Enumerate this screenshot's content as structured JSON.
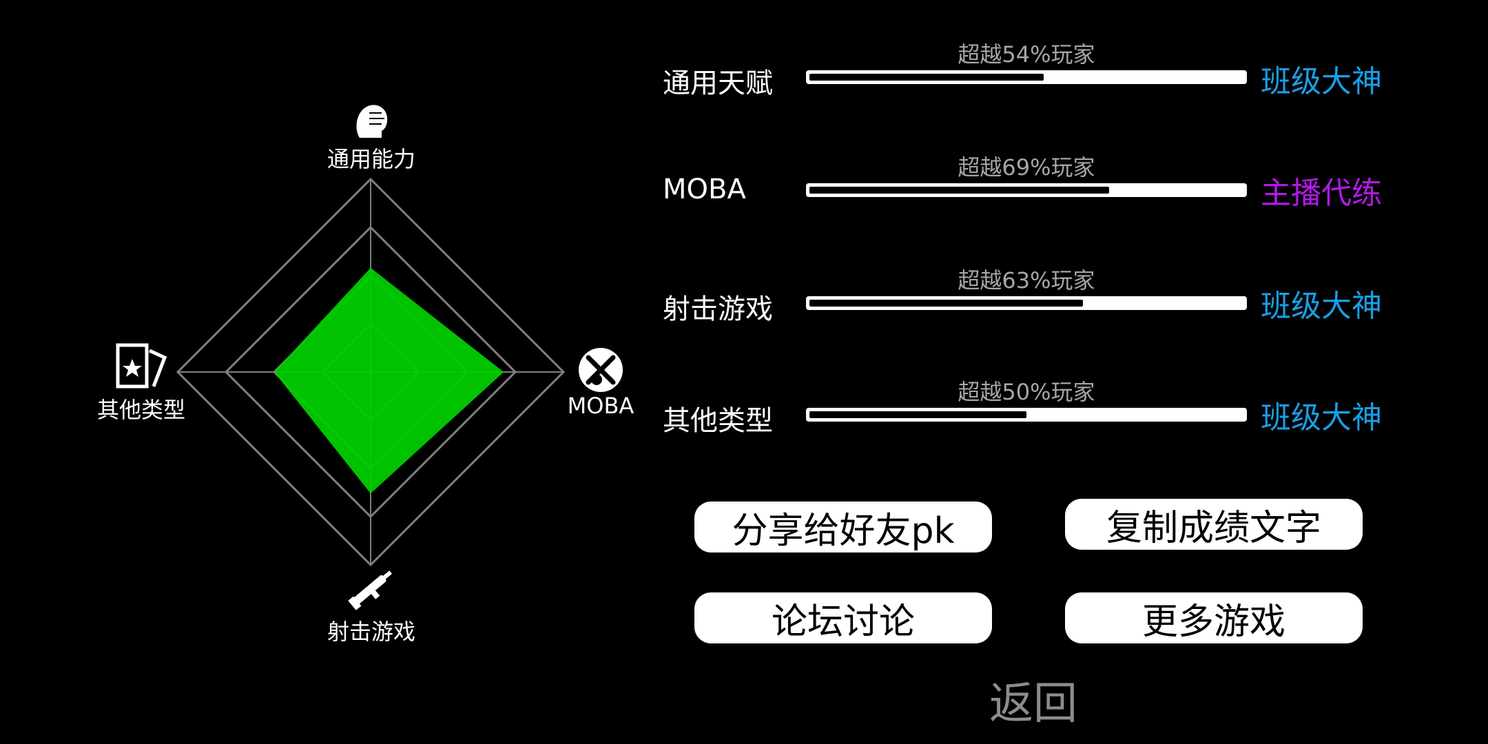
{
  "radar": {
    "axes": [
      {
        "label": "通用能力",
        "icon": "head-icon",
        "value": 0.54
      },
      {
        "label": "MOBA",
        "icon": "moba-icon",
        "value": 0.69
      },
      {
        "label": "射击游戏",
        "icon": "rifle-icon",
        "value": 0.63
      },
      {
        "label": "其他类型",
        "icon": "card-icon",
        "value": 0.5
      }
    ],
    "fill_color": "#00cc00",
    "grid_color": "#808080",
    "rings": 4
  },
  "stats": [
    {
      "name": "通用天赋",
      "pct_text": "超越54%玩家",
      "percent": 54,
      "rank": "班级大神",
      "rank_color": "#1a9ee6"
    },
    {
      "name": "MOBA",
      "pct_text": "超越69%玩家",
      "percent": 69,
      "rank": "主播代练",
      "rank_color": "#b21ae6"
    },
    {
      "name": "射击游戏",
      "pct_text": "超越63%玩家",
      "percent": 63,
      "rank": "班级大神",
      "rank_color": "#1a9ee6"
    },
    {
      "name": "其他类型",
      "pct_text": "超越50%玩家",
      "percent": 50,
      "rank": "班级大神",
      "rank_color": "#1a9ee6"
    }
  ],
  "buttons": {
    "share": "分享给好友pk",
    "copy": "复制成绩文字",
    "forum": "论坛讨论",
    "more": "更多游戏"
  },
  "back_label": "返回"
}
